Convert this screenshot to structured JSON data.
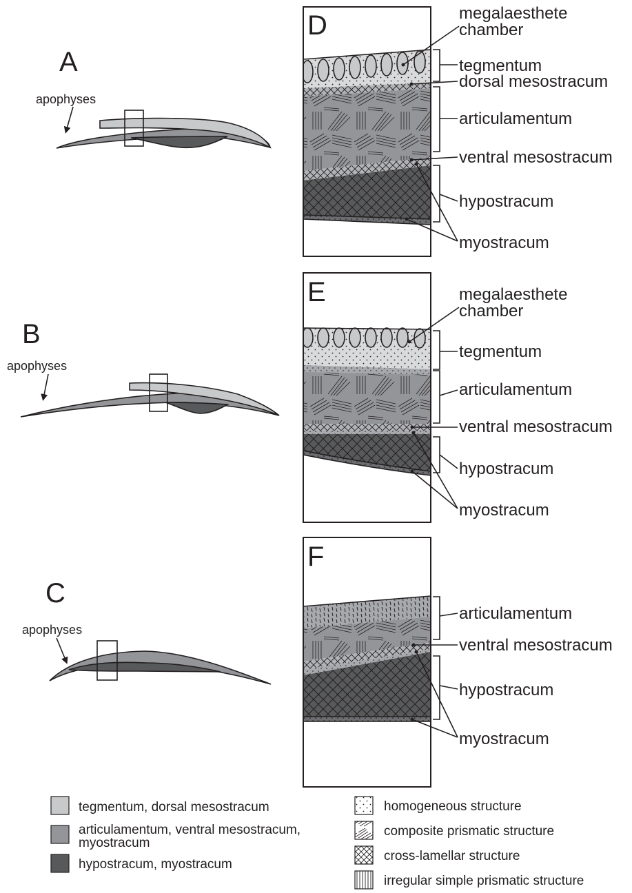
{
  "panels": {
    "A": {
      "letter": "A",
      "apophyses": "apophyses"
    },
    "B": {
      "letter": "B",
      "apophyses": "apophyses"
    },
    "C": {
      "letter": "C",
      "apophyses": "apophyses"
    },
    "D": {
      "letter": "D",
      "labels": {
        "megalaesthete_1": "megalaesthete",
        "megalaesthete_2": "chamber",
        "tegmentum": "tegmentum",
        "dorsal_mesostracum": "dorsal mesostracum",
        "articulamentum": "articulamentum",
        "ventral_mesostracum": "ventral mesostracum",
        "hypostracum": "hypostracum",
        "myostracum": "myostracum"
      }
    },
    "E": {
      "letter": "E",
      "labels": {
        "megalaesthete_1": "megalaesthete",
        "megalaesthete_2": "chamber",
        "tegmentum": "tegmentum",
        "articulamentum": "articulamentum",
        "ventral_mesostracum": "ventral mesostracum",
        "hypostracum": "hypostracum",
        "myostracum": "myostracum"
      }
    },
    "F": {
      "letter": "F",
      "labels": {
        "articulamentum": "articulamentum",
        "ventral_mesostracum": "ventral mesostracum",
        "hypostracum": "hypostracum",
        "myostracum": "myostracum"
      }
    }
  },
  "legend": {
    "colors": [
      {
        "label": "tegmentum, dorsal mesostracum",
        "color": "#c8c9cb"
      },
      {
        "label_1": "articulamentum, ventral mesostracum,",
        "label_2": "myostracum",
        "color": "#939598"
      },
      {
        "label": "hypostracum, myostracum",
        "color": "#58595b"
      }
    ],
    "structures": [
      {
        "label": "homogeneous structure",
        "pattern": "dots"
      },
      {
        "label": "composite prismatic structure",
        "pattern": "composite"
      },
      {
        "label": "cross-lamellar structure",
        "pattern": "crosshatch"
      },
      {
        "label": "irregular simple prismatic structure",
        "pattern": "vertical-lines"
      }
    ]
  }
}
